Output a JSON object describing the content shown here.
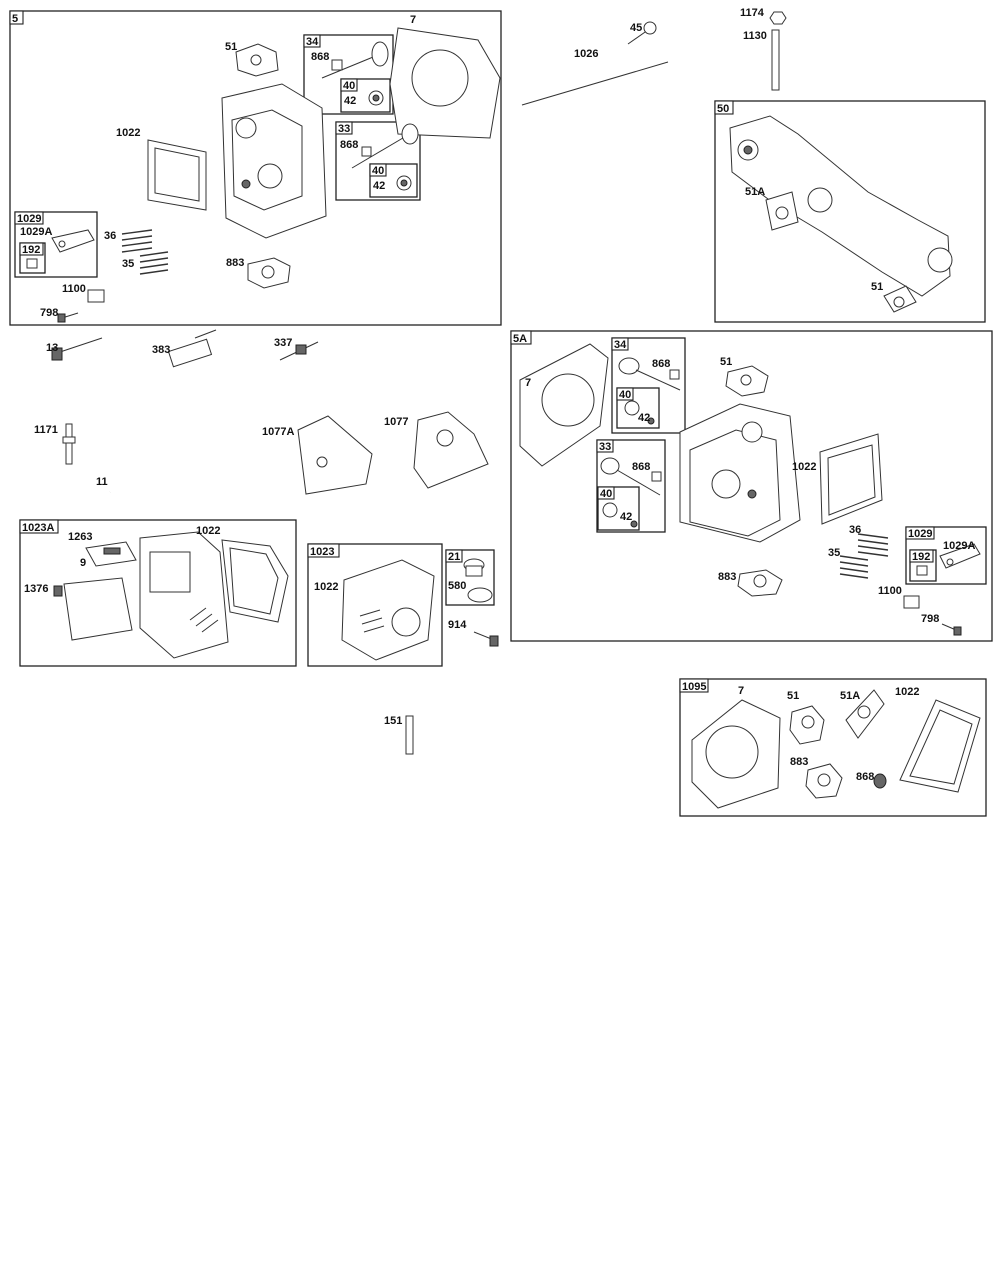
{
  "groups": [
    {
      "id": "5",
      "label": "5"
    },
    {
      "id": "34a",
      "label": "34"
    },
    {
      "id": "40a",
      "label": "40"
    },
    {
      "id": "33a",
      "label": "33"
    },
    {
      "id": "40b",
      "label": "40"
    },
    {
      "id": "1029a",
      "label": "1029"
    },
    {
      "id": "192a",
      "label": "192"
    },
    {
      "id": "50",
      "label": "50"
    },
    {
      "id": "5A",
      "label": "5A"
    },
    {
      "id": "34b",
      "label": "34"
    },
    {
      "id": "40c",
      "label": "40"
    },
    {
      "id": "33b",
      "label": "33"
    },
    {
      "id": "40d",
      "label": "40"
    },
    {
      "id": "1029b",
      "label": "1029"
    },
    {
      "id": "192b",
      "label": "192"
    },
    {
      "id": "1023A",
      "label": "1023A"
    },
    {
      "id": "1023",
      "label": "1023"
    },
    {
      "id": "21",
      "label": "21"
    },
    {
      "id": "1095",
      "label": "1095"
    }
  ],
  "callouts": [
    "51",
    "7",
    "868",
    "42",
    "1022",
    "868",
    "42",
    "1029A",
    "36",
    "35",
    "883",
    "1100",
    "798",
    "45",
    "1026",
    "1174",
    "1130",
    "51A",
    "51",
    "13",
    "383",
    "337",
    "7",
    "868",
    "51",
    "42",
    "868",
    "1022",
    "42",
    "36",
    "35",
    "1029A",
    "883",
    "1100",
    "798",
    "1171",
    "1077A",
    "1077",
    "11",
    "1263",
    "1022",
    "9",
    "1376",
    "1022",
    "580",
    "914",
    "151",
    "7",
    "51",
    "51A",
    "1022",
    "883",
    "868"
  ]
}
